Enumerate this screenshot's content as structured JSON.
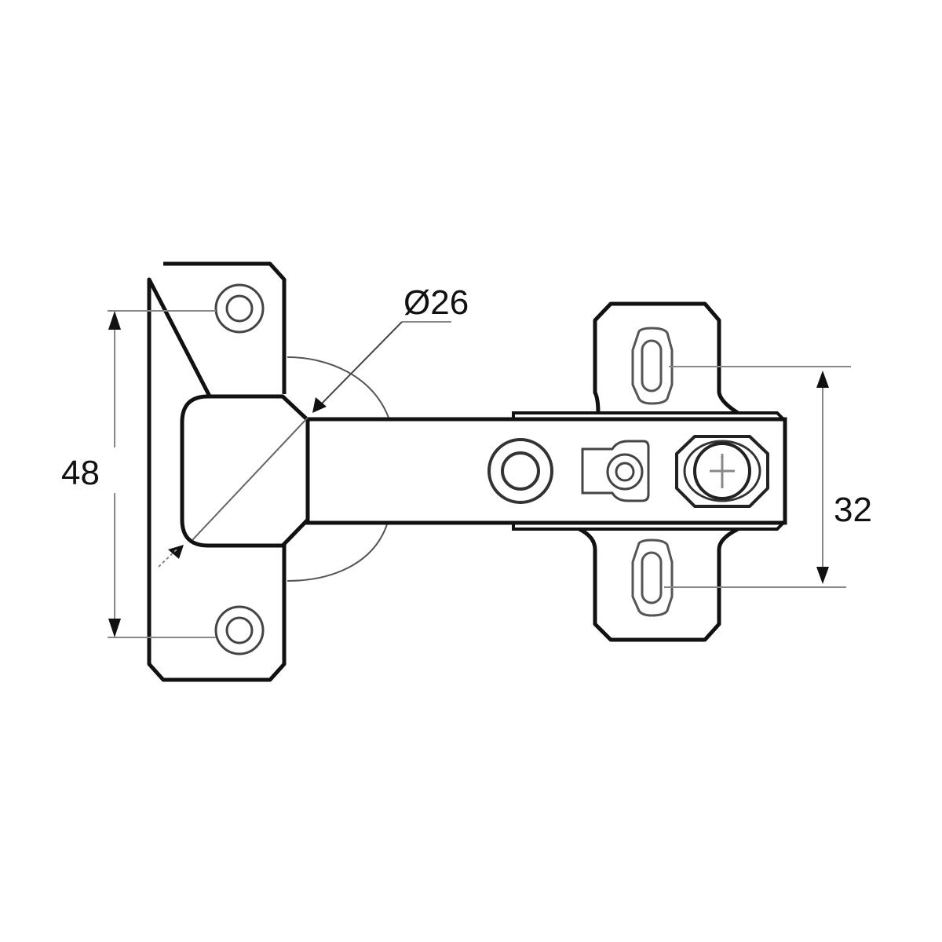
{
  "drawing": {
    "subject": "Concealed cabinet hinge",
    "colors": {
      "background": "#ffffff",
      "outline": "#111111",
      "detail": "#333333",
      "dimension_line": "#888888"
    }
  },
  "dimensions": {
    "door_screw_spacing": {
      "label": "48",
      "orientation": "vertical"
    },
    "cup_diameter": {
      "label": "Ø26",
      "orientation": "diagonal"
    },
    "mounting_plate_spacing": {
      "label": "32",
      "orientation": "vertical"
    }
  },
  "parts": {
    "door_plate": {
      "holes": 2
    },
    "cup": {
      "shape": "rounded-square"
    },
    "arm": {
      "features": [
        "round-hole",
        "adjust-cam",
        "cross-head-screw"
      ]
    },
    "mounting_plate": {
      "slots": 2
    }
  }
}
